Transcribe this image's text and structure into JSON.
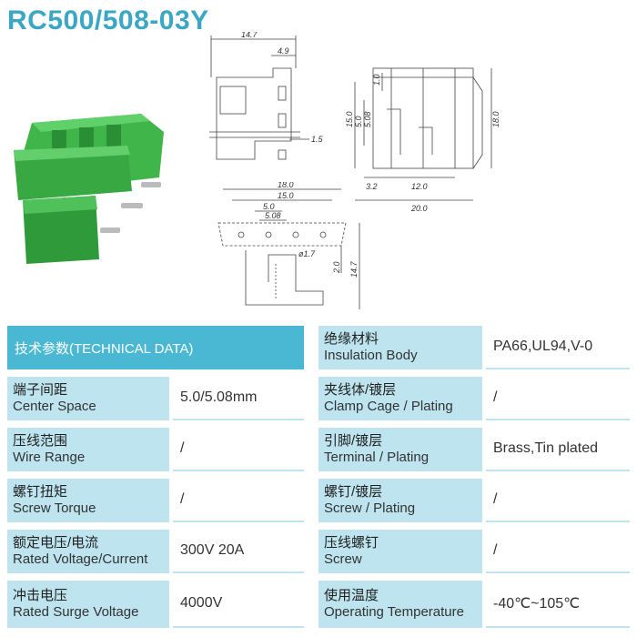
{
  "title": "RC500/508-03Y",
  "dimensions": {
    "side": [
      "14.7",
      "4.9",
      "1.5"
    ],
    "front": [
      "1.0",
      "5.08",
      "5.0",
      "15.0",
      "18.0",
      "3.2",
      "12.0",
      "20.0"
    ],
    "top": [
      "18.0",
      "15.0",
      "5.0",
      "5.08",
      "ø1.7",
      "2.0",
      "14.7"
    ]
  },
  "table": {
    "header": "技术参数(TECHNICAL DATA)",
    "left": [
      {
        "zh": "端子间距",
        "en": "Center Space",
        "value": "5.0/5.08mm"
      },
      {
        "zh": "压线范围",
        "en": "Wire Range",
        "value": "/"
      },
      {
        "zh": "螺钉扭矩",
        "en": "Screw Torque",
        "value": "/"
      },
      {
        "zh": "额定电压/电流",
        "en": "Rated Voltage/Current",
        "value": "300V 20A"
      },
      {
        "zh": "冲击电压",
        "en": "Rated Surge Voltage",
        "value": "4000V"
      }
    ],
    "right": [
      {
        "zh": "绝缘材料",
        "en": "Insulation Body",
        "value": "PA66,UL94,V-0"
      },
      {
        "zh": "夹线体/镀层",
        "en": "Clamp Cage / Plating",
        "value": "/"
      },
      {
        "zh": "引脚/镀层",
        "en": "Terminal / Plating",
        "value": "Brass,Tin plated"
      },
      {
        "zh": "螺钉/镀层",
        "en": "Screw / Plating",
        "value": "/"
      },
      {
        "zh": "压线螺钉",
        "en": "Screw",
        "value": "/"
      },
      {
        "zh": "使用温度",
        "en": "Operating Temperature",
        "value": "-40℃~105℃"
      }
    ]
  },
  "colors": {
    "accent": "#3aa7c4",
    "header": "#4bb8d3",
    "label_bg": "#bde4ef",
    "connector": "#2fa33a"
  }
}
